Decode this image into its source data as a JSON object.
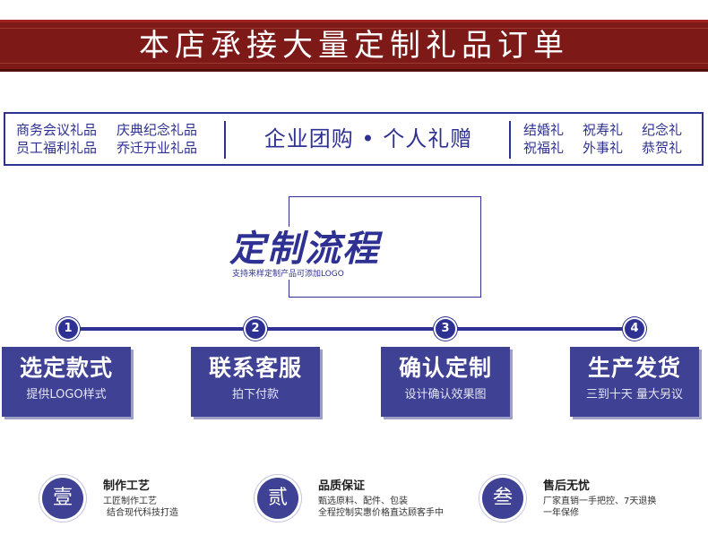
{
  "banner": {
    "title": "本店承接大量定制礼品订单"
  },
  "categories": {
    "left": [
      "商务会议礼品",
      "庆典纪念礼品",
      "员工福利礼品",
      "乔迁开业礼品"
    ],
    "slogan": "企业团购 • 个人礼赠",
    "right": [
      "结婚礼",
      "祝寿礼",
      "纪念礼",
      "祝福礼",
      "外事礼",
      "恭贺礼"
    ]
  },
  "process": {
    "title": "定制流程",
    "subtitle": "支持来样定制产品可添加LOGO"
  },
  "steps": [
    {
      "number": "1",
      "title": "选定款式",
      "desc": "提供LOGO样式"
    },
    {
      "number": "2",
      "title": "联系客服",
      "desc": "拍下付款"
    },
    {
      "number": "3",
      "title": "确认定制",
      "desc": "设计确认效果图"
    },
    {
      "number": "4",
      "title": "生产发货",
      "desc": "三到十天  量大另议"
    }
  ],
  "features": [
    {
      "icon_char": "壹",
      "title": "制作工艺",
      "desc_line1": "工匠制作工艺",
      "desc_line2": "结合现代科技打造"
    },
    {
      "icon_char": "贰",
      "title": "品质保证",
      "desc_line1": "甄选原料、配件、包装",
      "desc_line2": "全程控制实惠价格直达顾客手中"
    },
    {
      "icon_char": "叁",
      "title": "售后无忧",
      "desc_line1": "厂家直销一手把控、7天退换",
      "desc_line2": "一年保修"
    }
  ],
  "colors": {
    "brand_blue": "#2e3192",
    "card_blue": "#3f4194",
    "banner_red": "#7d1a18"
  }
}
